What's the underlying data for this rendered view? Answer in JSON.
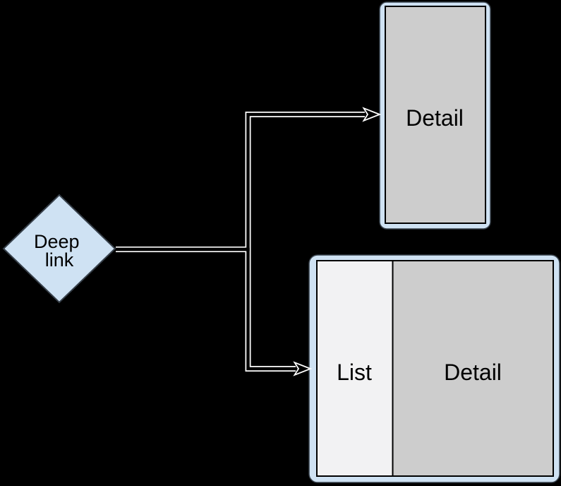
{
  "canvas": {
    "background": "#000000",
    "connector_casing_color": "#ffffff",
    "connector_core_color": "#000000"
  },
  "colors": {
    "node_fill": "#cfe2f3",
    "node_border": "#37404a",
    "screen_border": "#000000",
    "detail_pane_fill": "#cdcdcd",
    "list_pane_fill": "#f2f2f3",
    "text": "#000000"
  },
  "nodes": {
    "deep_link": {
      "type": "decision-diamond",
      "lines": [
        "Deep",
        "link"
      ]
    },
    "phone": {
      "type": "phone-screen",
      "label": "Detail"
    },
    "tablet": {
      "type": "tablet-screen",
      "panes": [
        {
          "label": "List"
        },
        {
          "label": "Detail"
        }
      ]
    }
  },
  "connectors": [
    {
      "from": "deep-link",
      "to": "phone-detail-screen",
      "style": "hollow-elbow-arrow"
    },
    {
      "from": "deep-link",
      "to": "tablet-list-detail-screen",
      "style": "hollow-elbow-arrow"
    }
  ]
}
